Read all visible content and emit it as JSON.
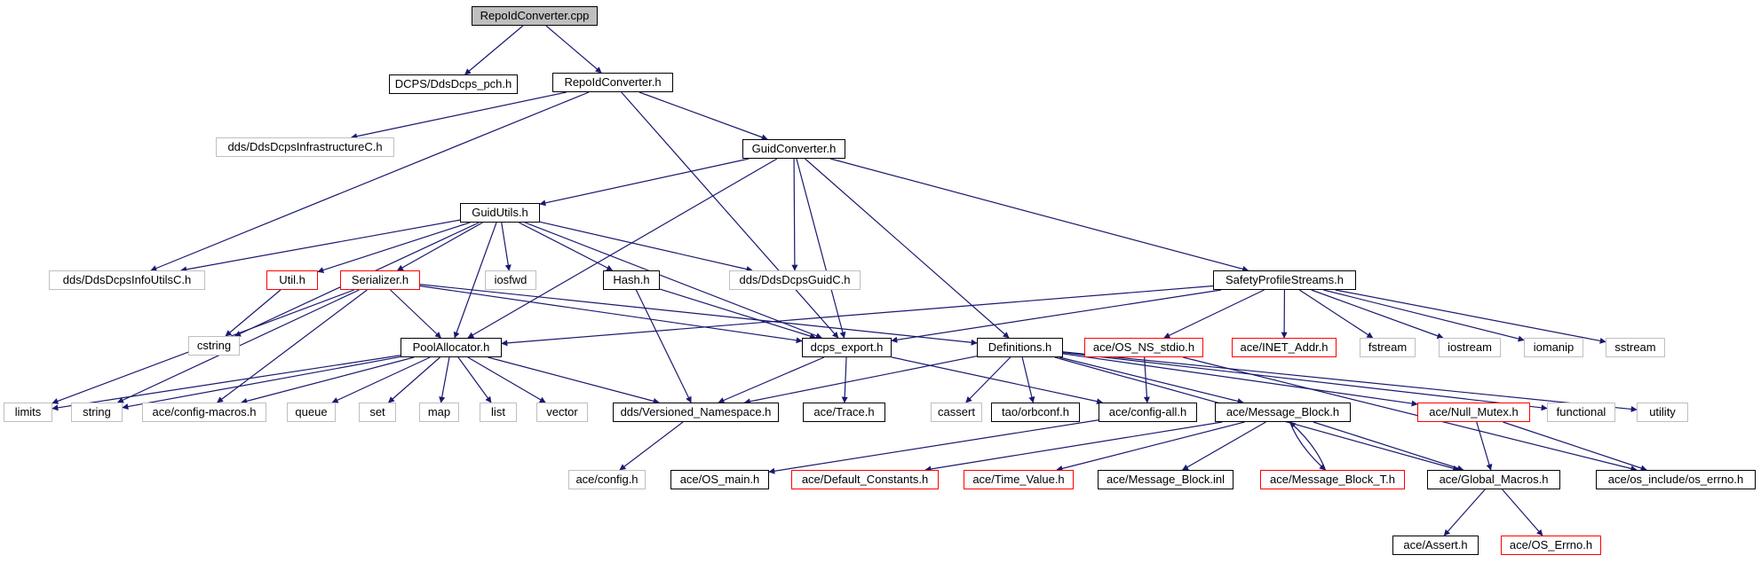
{
  "diagram": {
    "edge_color": "#191970",
    "node_styles": {
      "root": {
        "fill": "#bfbfbf",
        "border": "#000000"
      },
      "defined": {
        "fill": "#ffffff",
        "border": "#000000"
      },
      "missing": {
        "fill": "#ffffff",
        "border": "#bfbfbf"
      },
      "truncated": {
        "fill": "#ffffff",
        "border": "#ff0000"
      }
    },
    "nodes": [
      {
        "id": "root",
        "label": "RepoIdConverter.cpp",
        "style": "root"
      },
      {
        "id": "ddsdcps_pch",
        "label": "DCPS/DdsDcps_pch.h",
        "style": "defined"
      },
      {
        "id": "repoid_h",
        "label": "RepoIdConverter.h",
        "style": "defined"
      },
      {
        "id": "infra",
        "label": "dds/DdsDcpsInfrastructureC.h",
        "style": "missing"
      },
      {
        "id": "guidconv",
        "label": "GuidConverter.h",
        "style": "defined"
      },
      {
        "id": "guidutils",
        "label": "GuidUtils.h",
        "style": "defined"
      },
      {
        "id": "infoutils",
        "label": "dds/DdsDcpsInfoUtilsC.h",
        "style": "missing"
      },
      {
        "id": "util",
        "label": "Util.h",
        "style": "truncated"
      },
      {
        "id": "serializer",
        "label": "Serializer.h",
        "style": "truncated"
      },
      {
        "id": "iosfwd",
        "label": "iosfwd",
        "style": "missing"
      },
      {
        "id": "hash",
        "label": "Hash.h",
        "style": "defined"
      },
      {
        "id": "guidc",
        "label": "dds/DdsDcpsGuidC.h",
        "style": "missing"
      },
      {
        "id": "safety",
        "label": "SafetyProfileStreams.h",
        "style": "defined"
      },
      {
        "id": "cstring",
        "label": "cstring",
        "style": "missing"
      },
      {
        "id": "poolalloc",
        "label": "PoolAllocator.h",
        "style": "defined"
      },
      {
        "id": "dcpsexport",
        "label": "dcps_export.h",
        "style": "defined"
      },
      {
        "id": "definitions",
        "label": "Definitions.h",
        "style": "defined"
      },
      {
        "id": "osns",
        "label": "ace/OS_NS_stdio.h",
        "style": "truncated"
      },
      {
        "id": "inet",
        "label": "ace/INET_Addr.h",
        "style": "truncated"
      },
      {
        "id": "fstream",
        "label": "fstream",
        "style": "missing"
      },
      {
        "id": "iostream",
        "label": "iostream",
        "style": "missing"
      },
      {
        "id": "iomanip",
        "label": "iomanip",
        "style": "missing"
      },
      {
        "id": "sstream",
        "label": "sstream",
        "style": "missing"
      },
      {
        "id": "limits",
        "label": "limits",
        "style": "missing"
      },
      {
        "id": "string",
        "label": "string",
        "style": "missing"
      },
      {
        "id": "configmacros",
        "label": "ace/config-macros.h",
        "style": "missing"
      },
      {
        "id": "queue",
        "label": "queue",
        "style": "missing"
      },
      {
        "id": "set",
        "label": "set",
        "style": "missing"
      },
      {
        "id": "map",
        "label": "map",
        "style": "missing"
      },
      {
        "id": "list",
        "label": "list",
        "style": "missing"
      },
      {
        "id": "vector",
        "label": "vector",
        "style": "missing"
      },
      {
        "id": "versioned",
        "label": "dds/Versioned_Namespace.h",
        "style": "defined"
      },
      {
        "id": "trace",
        "label": "ace/Trace.h",
        "style": "defined"
      },
      {
        "id": "cassert",
        "label": "cassert",
        "style": "missing"
      },
      {
        "id": "orbconf",
        "label": "tao/orbconf.h",
        "style": "defined"
      },
      {
        "id": "configall",
        "label": "ace/config-all.h",
        "style": "defined"
      },
      {
        "id": "msgblock",
        "label": "ace/Message_Block.h",
        "style": "defined"
      },
      {
        "id": "nullmutex",
        "label": "ace/Null_Mutex.h",
        "style": "truncated"
      },
      {
        "id": "functional",
        "label": "functional",
        "style": "missing"
      },
      {
        "id": "utility",
        "label": "utility",
        "style": "missing"
      },
      {
        "id": "config",
        "label": "ace/config.h",
        "style": "missing"
      },
      {
        "id": "osmain",
        "label": "ace/OS_main.h",
        "style": "defined"
      },
      {
        "id": "defconst",
        "label": "ace/Default_Constants.h",
        "style": "truncated"
      },
      {
        "id": "timevalue",
        "label": "ace/Time_Value.h",
        "style": "truncated"
      },
      {
        "id": "msgblockinl",
        "label": "ace/Message_Block.inl",
        "style": "defined"
      },
      {
        "id": "msgblockt",
        "label": "ace/Message_Block_T.h",
        "style": "truncated"
      },
      {
        "id": "globalmacros",
        "label": "ace/Global_Macros.h",
        "style": "defined"
      },
      {
        "id": "oserrno_inc",
        "label": "ace/os_include/os_errno.h",
        "style": "defined"
      },
      {
        "id": "assert",
        "label": "ace/Assert.h",
        "style": "defined"
      },
      {
        "id": "oserrno",
        "label": "ace/OS_Errno.h",
        "style": "truncated"
      }
    ],
    "edges": [
      [
        "root",
        "ddsdcps_pch"
      ],
      [
        "root",
        "repoid_h"
      ],
      [
        "repoid_h",
        "infra"
      ],
      [
        "repoid_h",
        "guidconv"
      ],
      [
        "repoid_h",
        "infoutils"
      ],
      [
        "repoid_h",
        "dcpsexport"
      ],
      [
        "guidconv",
        "guidutils"
      ],
      [
        "guidconv",
        "guidc"
      ],
      [
        "guidconv",
        "dcpsexport"
      ],
      [
        "guidconv",
        "definitions"
      ],
      [
        "guidconv",
        "safety"
      ],
      [
        "guidconv",
        "poolalloc"
      ],
      [
        "guidutils",
        "infoutils"
      ],
      [
        "guidutils",
        "util"
      ],
      [
        "guidutils",
        "serializer"
      ],
      [
        "guidutils",
        "iosfwd"
      ],
      [
        "guidutils",
        "hash"
      ],
      [
        "guidutils",
        "guidc"
      ],
      [
        "guidutils",
        "cstring"
      ],
      [
        "guidutils",
        "poolalloc"
      ],
      [
        "guidutils",
        "dcpsexport"
      ],
      [
        "util",
        "cstring"
      ],
      [
        "serializer",
        "poolalloc"
      ],
      [
        "serializer",
        "limits"
      ],
      [
        "serializer",
        "string"
      ],
      [
        "serializer",
        "configmacros"
      ],
      [
        "serializer",
        "dcpsexport"
      ],
      [
        "serializer",
        "definitions"
      ],
      [
        "hash",
        "dcpsexport"
      ],
      [
        "hash",
        "versioned"
      ],
      [
        "safety",
        "poolalloc"
      ],
      [
        "safety",
        "dcpsexport"
      ],
      [
        "safety",
        "osns"
      ],
      [
        "safety",
        "inet"
      ],
      [
        "safety",
        "fstream"
      ],
      [
        "safety",
        "iostream"
      ],
      [
        "safety",
        "iomanip"
      ],
      [
        "safety",
        "sstream"
      ],
      [
        "poolalloc",
        "limits"
      ],
      [
        "poolalloc",
        "string"
      ],
      [
        "poolalloc",
        "configmacros"
      ],
      [
        "poolalloc",
        "queue"
      ],
      [
        "poolalloc",
        "set"
      ],
      [
        "poolalloc",
        "map"
      ],
      [
        "poolalloc",
        "list"
      ],
      [
        "poolalloc",
        "vector"
      ],
      [
        "poolalloc",
        "versioned"
      ],
      [
        "dcpsexport",
        "versioned"
      ],
      [
        "dcpsexport",
        "trace"
      ],
      [
        "dcpsexport",
        "configall"
      ],
      [
        "definitions",
        "versioned"
      ],
      [
        "definitions",
        "cassert"
      ],
      [
        "definitions",
        "orbconf"
      ],
      [
        "definitions",
        "msgblock"
      ],
      [
        "definitions",
        "nullmutex"
      ],
      [
        "definitions",
        "functional"
      ],
      [
        "definitions",
        "utility"
      ],
      [
        "definitions",
        "globalmacros"
      ],
      [
        "osns",
        "configall"
      ],
      [
        "osns",
        "oserrno_inc"
      ],
      [
        "configall",
        "osmain"
      ],
      [
        "versioned",
        "config"
      ],
      [
        "msgblock",
        "defconst"
      ],
      [
        "msgblock",
        "timevalue"
      ],
      [
        "msgblock",
        "msgblockinl"
      ],
      [
        "msgblock",
        "msgblockt"
      ],
      [
        "msgblock",
        "globalmacros"
      ],
      [
        "msgblockt",
        "msgblock"
      ],
      [
        "nullmutex",
        "globalmacros"
      ],
      [
        "nullmutex",
        "oserrno_inc"
      ],
      [
        "globalmacros",
        "assert"
      ],
      [
        "globalmacros",
        "oserrno"
      ]
    ]
  }
}
